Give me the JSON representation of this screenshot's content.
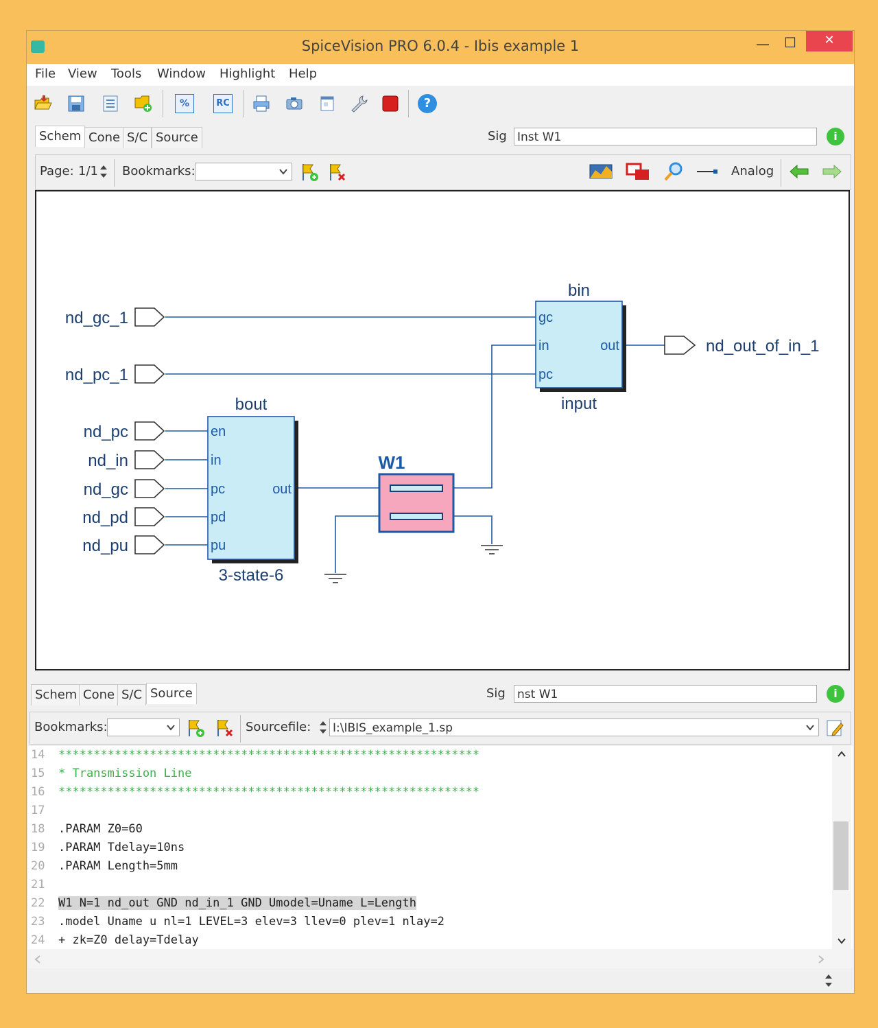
{
  "window": {
    "title": "SpiceVision PRO 6.0.4 - Ibis example 1",
    "minimize_glyph": "—",
    "maximize_glyph": "☐",
    "close_glyph": "✕"
  },
  "menu": [
    "File",
    "View",
    "Tools",
    "Window",
    "Highlight",
    "Help"
  ],
  "toolbar": {
    "icons": [
      "open-folder-icon",
      "save-icon",
      "list-icon",
      "folder-add-icon",
      "percent-icon",
      "rc-icon",
      "print-icon",
      "camera-icon",
      "window-icon",
      "wrench-icon",
      "stop-icon",
      "help-icon"
    ],
    "percent_text": "%",
    "rc_text": "RC",
    "help_text": "?"
  },
  "top_panel": {
    "tabs": [
      "Schem",
      "Cone",
      "S/C",
      "Source"
    ],
    "active_tab": "Schem",
    "sig_label": "Sig",
    "sig_value": "Inst W1",
    "info_glyph": "i",
    "page_label": "Page:",
    "page_value": "1/1",
    "bookmarks_label": "Bookmarks:",
    "bookmarks_value": "",
    "analog_label": "Analog"
  },
  "schematic": {
    "ports_left": [
      "nd_gc_1",
      "nd_pc_1",
      "nd_pc",
      "nd_in",
      "nd_gc",
      "nd_pd",
      "nd_pu"
    ],
    "port_right": "nd_out_of_in_1",
    "bin": {
      "title": "bin",
      "subtitle": "input",
      "pins_left": [
        "gc",
        "in",
        "pc"
      ],
      "pin_right": "out"
    },
    "bout": {
      "title": "bout",
      "subtitle": "3-state-6",
      "pins_left": [
        "en",
        "in",
        "pc",
        "pd",
        "pu"
      ],
      "pin_right": "out"
    },
    "tline": {
      "title": "W1"
    }
  },
  "bottom_panel": {
    "tabs": [
      "Schem",
      "Cone",
      "S/C",
      "Source"
    ],
    "active_tab": "Source",
    "sig_label": "Sig",
    "sig_value": "nst W1",
    "info_glyph": "i",
    "bookmarks_label": "Bookmarks:",
    "bookmarks_value": "",
    "sourcefile_label": "Sourcefile:",
    "sourcefile_value": "I:\\IBIS_example_1.sp"
  },
  "source_lines": [
    {
      "n": "14",
      "text": "************************************************************",
      "style": "comment"
    },
    {
      "n": "15",
      "text": "* Transmission Line",
      "style": "comment"
    },
    {
      "n": "16",
      "text": "************************************************************",
      "style": "comment"
    },
    {
      "n": "17",
      "text": "",
      "style": "code"
    },
    {
      "n": "18",
      "text": ".PARAM Z0=60",
      "style": "code"
    },
    {
      "n": "19",
      "text": ".PARAM Tdelay=10ns",
      "style": "code"
    },
    {
      "n": "20",
      "text": ".PARAM Length=5mm",
      "style": "code"
    },
    {
      "n": "21",
      "text": "",
      "style": "code"
    },
    {
      "n": "22",
      "text": "W1 N=1 nd_out GND nd_in_1 GND Umodel=Uname L=Length",
      "style": "highlight"
    },
    {
      "n": "23",
      "text": ".model Uname u nl=1 LEVEL=3 elev=3 llev=0 plev=1 nlay=2",
      "style": "code"
    },
    {
      "n": "24",
      "text": "+ zk=Z0 delay=Tdelay",
      "style": "code"
    }
  ],
  "colors": {
    "background": "#f9bf5a",
    "close_button": "#e9454f",
    "block_fill": "#c9ecf7",
    "tline_fill": "#f6a7be",
    "wire": "#1d5aa6",
    "comment": "#3cb04a"
  }
}
